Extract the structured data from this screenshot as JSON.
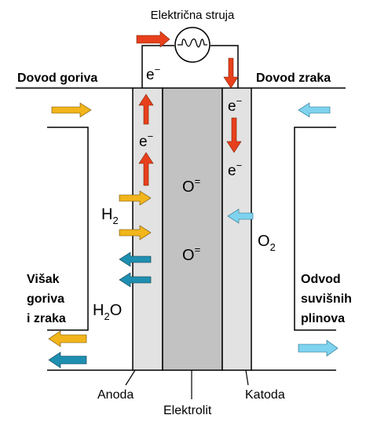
{
  "circuit": {
    "current_label": "Električna struja"
  },
  "inlets": {
    "fuel_label": "Dovod goriva",
    "air_label": "Dovod zraka"
  },
  "outlets": {
    "excess_lines": [
      "Višak",
      "goriva",
      "i zraka"
    ],
    "exhaust_lines": [
      "Odvod",
      "suvišnih",
      "plinova"
    ]
  },
  "species": {
    "electron": "e",
    "electron_sup": "−",
    "hydrogen": "H",
    "hydrogen_sub": "2",
    "oxygen": "O",
    "oxygen_sub": "2",
    "water_a": "H",
    "water_sub": "2",
    "water_b": "O",
    "oxide": "O",
    "oxide_sup": "="
  },
  "components": {
    "anode": "Anoda",
    "electrolyte": "Elektrolit",
    "cathode": "Katoda"
  },
  "colors": {
    "electron_arrow": "#e8401c",
    "fuel_arrow": "#f2b51b",
    "water_arrow": "#1e8fb0",
    "air_arrow": "#7fd3ef",
    "electrode_fill": "#e2e2e2",
    "electrolyte_fill": "#c2c2c2"
  }
}
